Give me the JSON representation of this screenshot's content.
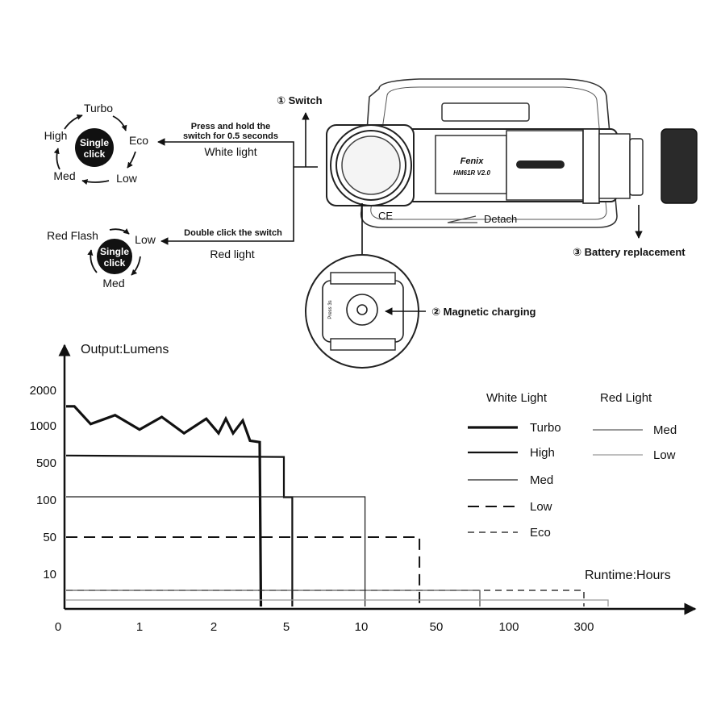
{
  "ui": {
    "mode_cycle": {
      "white": {
        "center_label_1": "Single",
        "center_label_2": "click",
        "modes": [
          "Turbo",
          "Eco",
          "Low",
          "Med",
          "High"
        ],
        "instruction_1": "Press and hold the",
        "instruction_2": "switch for 0.5 seconds",
        "caption": "White light"
      },
      "red": {
        "center_label_1": "Single",
        "center_label_2": "click",
        "modes": [
          "Red Flash",
          "Low",
          "Med"
        ],
        "instruction": "Double click the switch",
        "caption": "Red light"
      }
    },
    "device": {
      "brand": "Fenix",
      "model": "HM61R V2.0",
      "ce_mark": "CE",
      "detach_label": "Detach",
      "switch_label": "① Switch",
      "charging_label": "② Magnetic charging",
      "battery_label": "③ Battery replacement",
      "port_text": "Press 3s"
    }
  },
  "chart_data": {
    "type": "line",
    "ylabel": "Output:Lumens",
    "xlabel": "Runtime:Hours",
    "x_ticks": [
      "0",
      "1",
      "2",
      "5",
      "10",
      "50",
      "100",
      "300"
    ],
    "y_ticks": [
      "2000",
      "1000",
      "500",
      "100",
      "50",
      "10"
    ],
    "legend": {
      "white_title": "White Light",
      "red_title": "Red Light",
      "position": "top-right"
    },
    "series": [
      {
        "name": "Turbo",
        "group": "White Light",
        "style": "thick",
        "points": [
          [
            0,
            1550
          ],
          [
            0.2,
            1550
          ],
          [
            0.4,
            1050
          ],
          [
            0.7,
            1300
          ],
          [
            1.0,
            950
          ],
          [
            1.3,
            1250
          ],
          [
            1.6,
            900
          ],
          [
            1.9,
            1200
          ],
          [
            2.2,
            900
          ],
          [
            2.5,
            1200
          ],
          [
            2.8,
            900
          ],
          [
            3.2,
            1150
          ],
          [
            3.5,
            800
          ],
          [
            3.9,
            780
          ],
          [
            3.95,
            0
          ]
        ]
      },
      {
        "name": "High",
        "group": "White Light",
        "style": "medium",
        "points": [
          [
            0,
            600
          ],
          [
            4.9,
            580
          ],
          [
            4.9,
            130
          ],
          [
            5.4,
            130
          ],
          [
            5.4,
            0
          ]
        ]
      },
      {
        "name": "Med",
        "group": "White Light",
        "style": "thin",
        "points": [
          [
            0,
            135
          ],
          [
            12,
            135
          ],
          [
            12,
            0
          ]
        ]
      },
      {
        "name": "Low",
        "group": "White Light",
        "style": "dashed",
        "points": [
          [
            0,
            50
          ],
          [
            41,
            50
          ],
          [
            41,
            0
          ]
        ]
      },
      {
        "name": "Eco",
        "group": "White Light",
        "style": "dotted-dash",
        "points": [
          [
            0,
            5
          ],
          [
            300,
            5
          ],
          [
            300,
            0
          ]
        ]
      },
      {
        "name": "Med",
        "group": "Red Light",
        "style": "thin-dark",
        "points": [
          [
            0,
            5
          ],
          [
            80,
            5
          ],
          [
            80,
            0
          ]
        ]
      },
      {
        "name": "Low",
        "group": "Red Light",
        "style": "thin-grey",
        "points": [
          [
            0,
            2
          ],
          [
            360,
            2
          ],
          [
            360,
            0
          ]
        ]
      }
    ]
  }
}
